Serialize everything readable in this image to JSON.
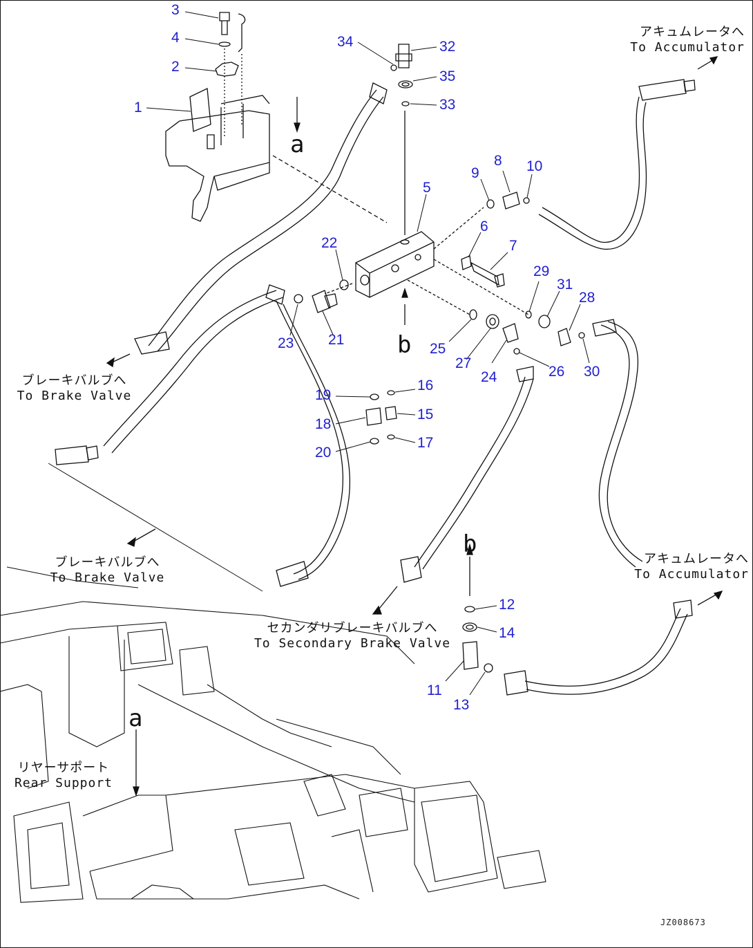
{
  "parts": [
    {
      "id": "3",
      "label": "3"
    },
    {
      "id": "4",
      "label": "4"
    },
    {
      "id": "2",
      "label": "2"
    },
    {
      "id": "1",
      "label": "1"
    },
    {
      "id": "34",
      "label": "34"
    },
    {
      "id": "32",
      "label": "32"
    },
    {
      "id": "35",
      "label": "35"
    },
    {
      "id": "33",
      "label": "33"
    },
    {
      "id": "5",
      "label": "5"
    },
    {
      "id": "9",
      "label": "9"
    },
    {
      "id": "8",
      "label": "8"
    },
    {
      "id": "10",
      "label": "10"
    },
    {
      "id": "6",
      "label": "6"
    },
    {
      "id": "7",
      "label": "7"
    },
    {
      "id": "22",
      "label": "22"
    },
    {
      "id": "23",
      "label": "23"
    },
    {
      "id": "21",
      "label": "21"
    },
    {
      "id": "29",
      "label": "29"
    },
    {
      "id": "31",
      "label": "31"
    },
    {
      "id": "28",
      "label": "28"
    },
    {
      "id": "25",
      "label": "25"
    },
    {
      "id": "27",
      "label": "27"
    },
    {
      "id": "24",
      "label": "24"
    },
    {
      "id": "26",
      "label": "26"
    },
    {
      "id": "30",
      "label": "30"
    },
    {
      "id": "19",
      "label": "19"
    },
    {
      "id": "16",
      "label": "16"
    },
    {
      "id": "18",
      "label": "18"
    },
    {
      "id": "15",
      "label": "15"
    },
    {
      "id": "20",
      "label": "20"
    },
    {
      "id": "17",
      "label": "17"
    },
    {
      "id": "12",
      "label": "12"
    },
    {
      "id": "14",
      "label": "14"
    },
    {
      "id": "11",
      "label": "11"
    },
    {
      "id": "13",
      "label": "13"
    }
  ],
  "labels": {
    "accumulator_top": "アキュムレータへ\nTo Accumulator",
    "brake_valve_left": "ブレーキバルブへ\nTo Brake Valve",
    "brake_valve_mid": "ブレーキバルブへ\nTo Brake Valve",
    "secondary_brake": "セカンダリブレーキバルブへ\nTo Secondary Brake Valve",
    "accumulator_bottom": "アキュムレータへ\nTo Accumulator",
    "rear_support": "リヤーサポート\nRear Support"
  },
  "view_letters": {
    "a_top": "a",
    "b_mid": "b",
    "b_low": "b",
    "a_low": "a"
  },
  "drawing_code": "JZ008673",
  "colors": {
    "callout": "#1f1fd0",
    "line": "#111111"
  }
}
